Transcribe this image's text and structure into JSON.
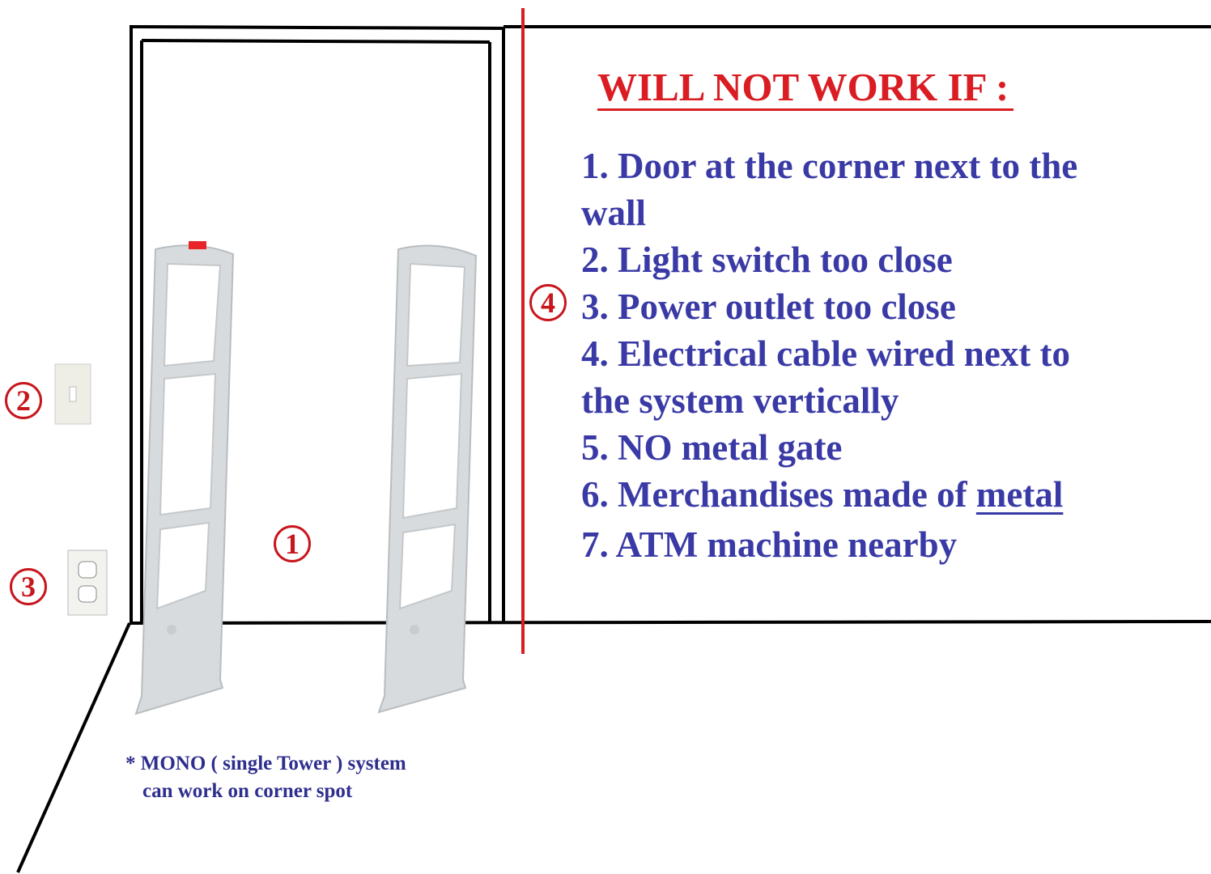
{
  "title": "WILL NOT WORK IF :",
  "conditions": [
    "1. Door at the corner next to the",
    "wall",
    "2. Light switch too close",
    "3. Power outlet too close",
    "4. Electrical cable wired next to",
    "the system vertically",
    "5. NO metal gate",
    "6. Merchandises made of ",
    "7. ATM machine nearby"
  ],
  "condition6_emphasis": "metal",
  "markers": {
    "m1": "1",
    "m2": "2",
    "m3": "3",
    "m4": "4"
  },
  "note": {
    "line1": "* MONO ( single Tower ) system",
    "line2": "can work on corner spot"
  },
  "colors": {
    "red": "#d91d23",
    "blue": "#3a3aa6",
    "tower": "#d8dbdd"
  }
}
